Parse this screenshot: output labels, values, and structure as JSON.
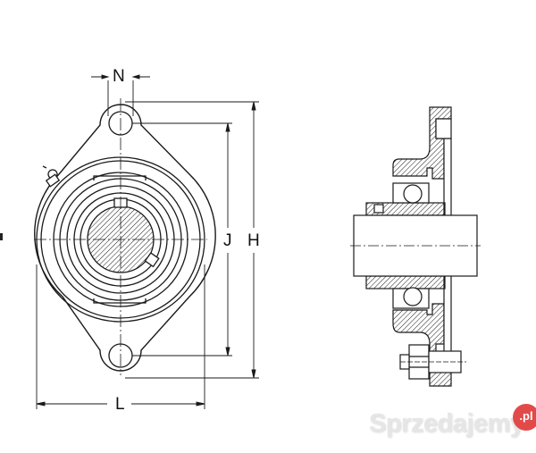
{
  "diagram": {
    "type": "technical-drawing",
    "subject": "two-bolt flange bearing unit",
    "views": [
      {
        "name": "front-view",
        "description": "Oval 2-bolt flange housing with insert bearing, shaft cross-section, grease nipple and set screws"
      },
      {
        "name": "side-section-view",
        "description": "Cross section showing housing, ball bearing, shaft and mounting bolt"
      }
    ]
  },
  "dimensions": {
    "N": "N",
    "J": "J",
    "H": "H",
    "L": "L"
  },
  "watermark": {
    "text": "Sprzedajemy",
    "badge": ".pl",
    "badge_color": "#e24a4a"
  },
  "colors": {
    "line": "#1a1a1a",
    "background": "#ffffff"
  }
}
